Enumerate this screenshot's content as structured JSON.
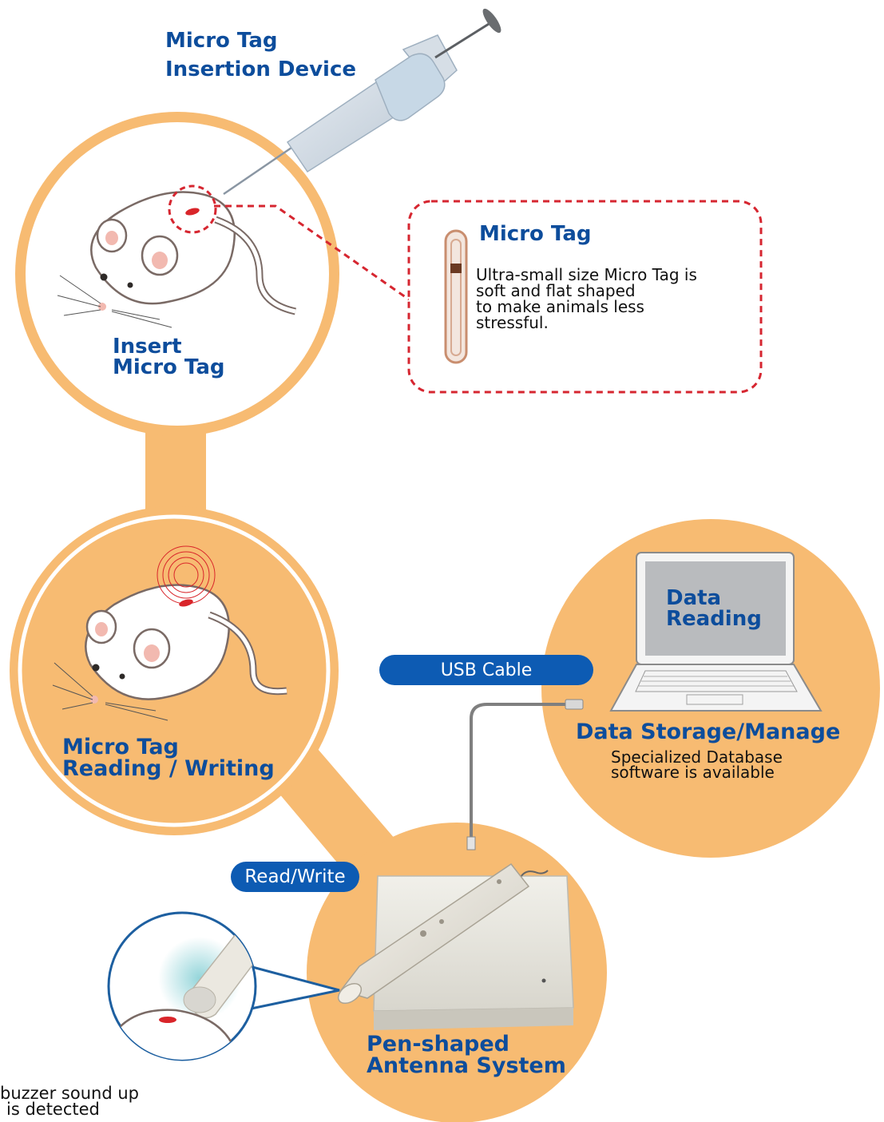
{
  "insertion_device": {
    "line1": "Micro Tag",
    "line2": "Insertion Device"
  },
  "insert_step": {
    "line1": "Insert",
    "line2": "Micro Tag"
  },
  "micro_tag_callout": {
    "title": "Micro Tag",
    "line1": "Ultra-small size Micro Tag is",
    "line2": "soft and flat shaped",
    "line3": "to make animals less",
    "line4": "stressful."
  },
  "reading_step": {
    "line1": "Micro Tag",
    "line2": "Reading / Writing"
  },
  "laptop_screen": {
    "line1": "Data",
    "line2": "Reading"
  },
  "usb_cable": {
    "label": "USB Cable"
  },
  "data_storage": {
    "title": "Data Storage/Manage",
    "line1": "Specialized Database",
    "line2": "software is available"
  },
  "read_write": {
    "label": "Read/Write"
  },
  "antenna": {
    "line1": "Pen-shaped",
    "line2": "Antenna System"
  },
  "buzzer_note": {
    "line1": "buzzer sound up",
    "line2": "is detected"
  },
  "colors": {
    "circle_fill": "#f7bb72",
    "circle_ring": "#ffffff",
    "label_blue": "#0d4d9c",
    "pill_blue": "#0d5bb3",
    "tag_red": "#d9252a",
    "dash_red": "#d62630"
  }
}
